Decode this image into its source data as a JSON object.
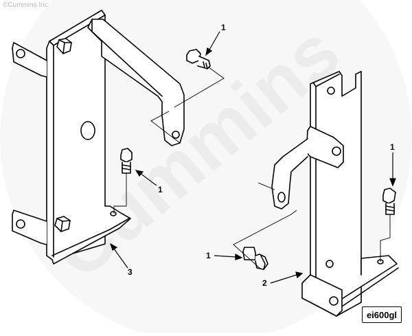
{
  "copyright": "©Cummins Inc",
  "watermark": "Cummins",
  "reference_code": "ei600gl",
  "callouts": [
    "1",
    "1",
    "3",
    "1",
    "1",
    "2"
  ],
  "colors": {
    "line": "#000000",
    "watermark": "#ececec",
    "copyright": "#b8b8b8"
  }
}
